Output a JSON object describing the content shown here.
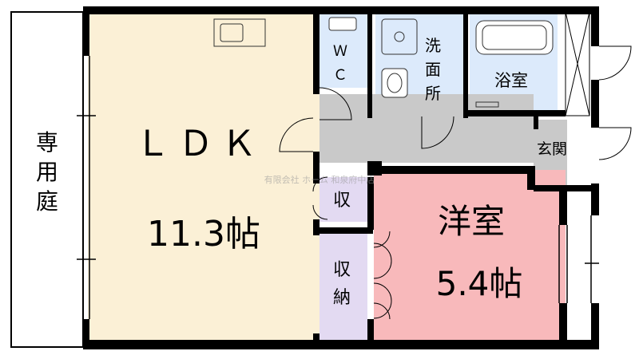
{
  "rooms": {
    "garden": "専用庭",
    "ldk": {
      "name": "ＬＤＫ",
      "size": "11.3帖"
    },
    "wc": "ＷＣ",
    "washroom": "洗面所",
    "bathroom": "浴室",
    "entrance": "玄関",
    "storage_small": "収",
    "bedroom": {
      "name": "洋室",
      "size": "5.4帖"
    },
    "storage_closet": "収納"
  },
  "watermark": "有限会社 ホーム 和泉府中店",
  "colors": {
    "ldk": "#fbf0d6",
    "blue_rooms": "#dceafb",
    "bedroom": "#f8b9bb",
    "storage": "#e3daf2",
    "corridor": "#c9c9c9",
    "wall": "#000000"
  }
}
